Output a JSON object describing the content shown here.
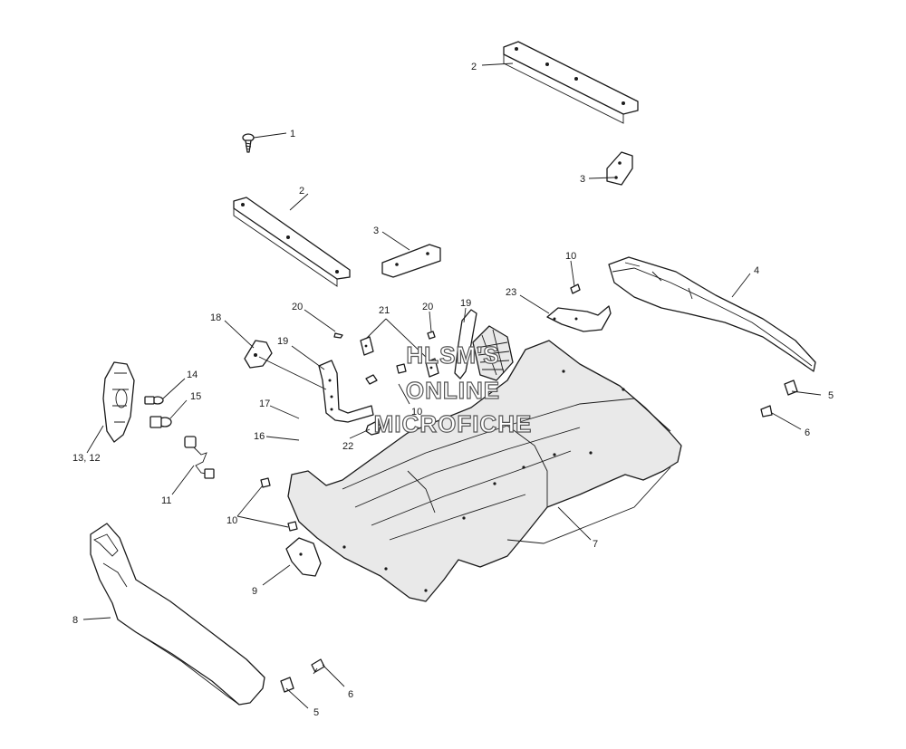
{
  "watermark": {
    "line1": "HLSM'S",
    "line2": "ONLINE",
    "line3": "MICROFICHE"
  },
  "callouts": {
    "c1": "1",
    "c2a": "2",
    "c2b": "2",
    "c3a": "3",
    "c3b": "3",
    "c4": "4",
    "c5a": "5",
    "c5b": "5",
    "c6a": "6",
    "c6b": "6",
    "c7": "7",
    "c8": "8",
    "c9": "9",
    "c10a": "10",
    "c10b": "10",
    "c10c": "10",
    "c11": "11",
    "c12_13": "13,  12",
    "c14": "14",
    "c15": "15",
    "c16": "16",
    "c17": "17",
    "c18": "18",
    "c19a": "19",
    "c19b": "19",
    "c20a": "20",
    "c20b": "20",
    "c21": "21",
    "c22": "22",
    "c23": "23"
  }
}
